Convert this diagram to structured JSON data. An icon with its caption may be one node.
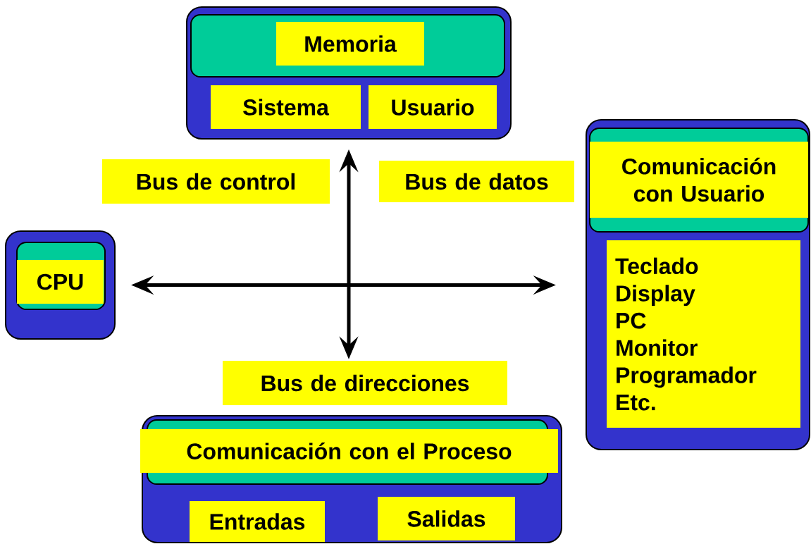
{
  "diagram": {
    "nodes": [
      {
        "text": [],
        "shape": "box"
      },
      {
        "text": [
          "Memoria"
        ],
        "in": 0
      },
      {
        "text": [
          "Sistema"
        ],
        "in": 0
      },
      {
        "text": [
          "Usuario"
        ],
        "in": 0
      },
      {
        "text": [],
        "shape": "box"
      },
      {
        "text": [
          "CPU"
        ],
        "in": 4
      },
      {
        "text": [],
        "shape": "box"
      },
      {
        "text": [
          "Comunicación con Usuario"
        ],
        "in": 6
      },
      {
        "text": [
          "Teclado",
          "Display",
          "PC",
          "Monitor",
          "Programador",
          "Etc."
        ],
        "in": 6
      },
      {
        "text": [],
        "shape": "box"
      },
      {
        "text": [
          "Comunicación con el Proceso"
        ],
        "in": 9
      },
      {
        "text": [
          "Entradas"
        ],
        "in": 9
      },
      {
        "text": [
          "Salidas"
        ],
        "in": 9
      },
      {
        "text": [
          "Bus de control"
        ]
      },
      {
        "text": [
          "Bus de datos"
        ]
      },
      {
        "text": [
          "Bus de direcciones"
        ]
      }
    ],
    "edges": [
      {
        "from": 4,
        "to": 6,
        "arrow": "both"
      },
      {
        "from": 0,
        "to": 15,
        "arrow": "both"
      }
    ]
  }
}
